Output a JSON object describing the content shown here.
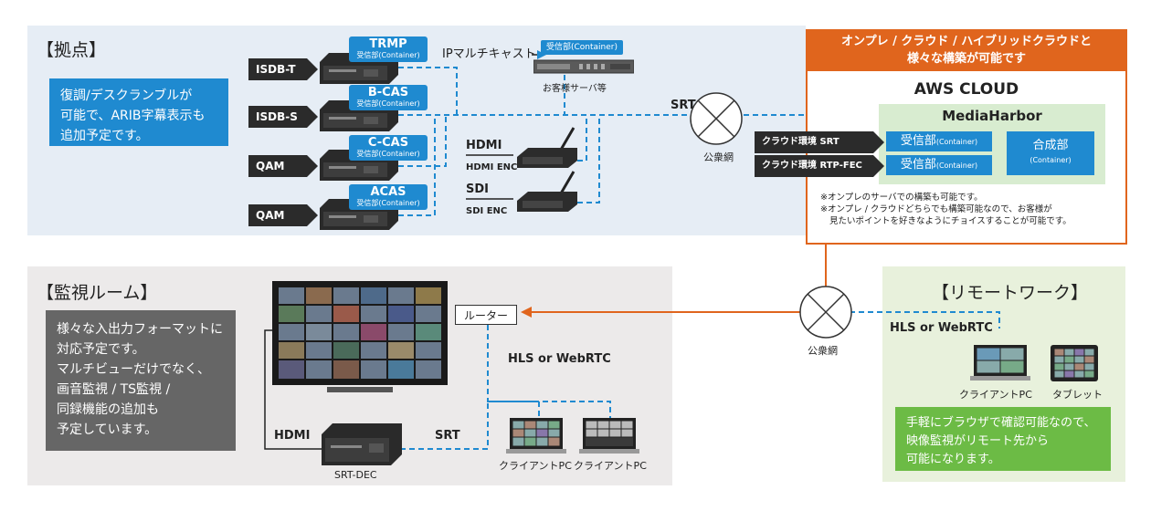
{
  "base": {
    "heading": "【拠点】",
    "desc_lines": [
      "復調/デスクランブルが",
      "可能で、ARIB字幕表示も",
      "追加予定です。"
    ],
    "inputs": [
      "ISDB-T",
      "ISDB-S",
      "QAM",
      "QAM"
    ],
    "devices": [
      {
        "name": "TRMP",
        "sub": "受信部(Container)"
      },
      {
        "name": "B-CAS",
        "sub": "受信部(Container)"
      },
      {
        "name": "C-CAS",
        "sub": "受信部(Container)"
      },
      {
        "name": "ACAS",
        "sub": "受信部(Container)"
      }
    ],
    "ip_multicast_label": "IPマルチキャスト",
    "ip_tag": "受信部(Container)",
    "customer_server": "お客様サーバ等",
    "hdmi_label": "HDMI",
    "hdmi_enc": "HDMI ENC",
    "sdi_label": "SDI",
    "sdi_enc": "SDI ENC"
  },
  "network": {
    "srt_label": "SRT",
    "public_net_top": "公衆網",
    "public_net_bottom": "公衆網"
  },
  "cloud": {
    "header_lines": [
      "オンプレ / クラウド / ハイブリッドクラウドと",
      "様々な構築が可能です"
    ],
    "title": "AWS CLOUD",
    "mediaharbor": "MediaHarbor",
    "receiver_main": "受信部",
    "receiver_sub": "(Container)",
    "composer_main": "合成部",
    "composer_sub": "(Container)",
    "env_srt": "クラウド環境 SRT",
    "env_rtpfec": "クラウド環境 RTP-FEC",
    "notes": [
      "※オンプレのサーバでの構築も可能です。",
      "※オンプレ / クラウドどちらでも構築可能なので、お客様が",
      "見たいポイントを好きなようにチョイスすることが可能です。"
    ]
  },
  "monitor": {
    "heading": "【監視ルーム】",
    "desc_lines": [
      "様々な入出力フォーマットに",
      "対応予定です。",
      "マルチビューだけでなく、",
      "画音監視 / TS監視 /",
      "同録機能の追加も",
      "予定しています。"
    ],
    "router": "ルーター",
    "hls_label": "HLS or WebRTC",
    "hdmi_label": "HDMI",
    "srt_label": "SRT",
    "decoder": "SRT-DEC",
    "client_pc_1": "クライアントPC",
    "client_pc_2": "クライアントPC"
  },
  "remote": {
    "heading": "【リモートワーク】",
    "hls_label": "HLS or WebRTC",
    "client_pc": "クライアントPC",
    "tablet": "タブレット",
    "desc_lines": [
      "手軽にブラウザで確認可能なので、",
      "映像監視がリモート先から",
      "可能になります。"
    ]
  },
  "colors": {
    "blue": "#1f8ad0",
    "orange": "#e0651d",
    "panel_blue": "#e6edf5",
    "panel_gray": "#eceaea",
    "panel_green": "#e8f1dc"
  }
}
